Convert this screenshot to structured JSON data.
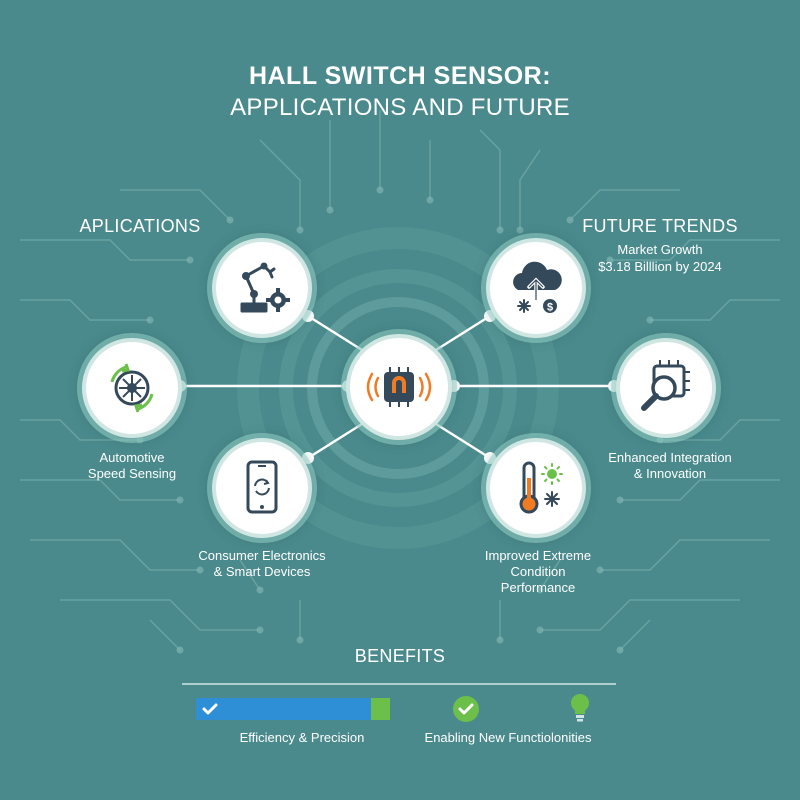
{
  "header": {
    "title": "HALL SWITCH SENSOR:",
    "subtitle": "APPLICATIONS AND FUTURE"
  },
  "applications": {
    "heading": "APLICATIONS",
    "items": [
      {
        "label_line1": "Automotive",
        "label_line2": "Speed Sensing",
        "icon": "wheel-speed-icon"
      },
      {
        "label_line1": "Consumer Electronics",
        "label_line2": "& Smart Devices",
        "icon": "smartphone-icon"
      },
      {
        "label_line1": "",
        "label_line2": "",
        "icon": "robot-arm-icon"
      }
    ]
  },
  "future": {
    "heading": "FUTURE TRENDS",
    "market_line1": "Market Growth",
    "market_line2": "$3.18 Billlion by 2024",
    "items": [
      {
        "label_line1": "Enhanced Integration",
        "label_line2": "& Innovation",
        "icon": "chip-magnifier-icon"
      },
      {
        "label_line1": "Improved Extreme",
        "label_line2": "Condition",
        "label_line3": "Performance",
        "icon": "thermometer-icon"
      },
      {
        "icon": "cloud-upload-icon"
      }
    ]
  },
  "center": {
    "icon": "hall-sensor-chip-icon"
  },
  "benefits": {
    "heading": "BENEFITS",
    "items": [
      {
        "label": "Efficiency & Precision",
        "icon": "check-bar-icon",
        "level": 0.9
      },
      {
        "label": "Enabling New Functiolonities",
        "icon": "check-circle-icon"
      },
      {
        "label": "",
        "icon": "lightbulb-icon"
      }
    ]
  },
  "colors": {
    "background": "#4a8a8c",
    "node_ring": "#cfe6e3",
    "icon_dark": "#34495a",
    "accent_orange": "#f07b22",
    "accent_blue": "#2f8fd6",
    "accent_green": "#6cc04a"
  }
}
